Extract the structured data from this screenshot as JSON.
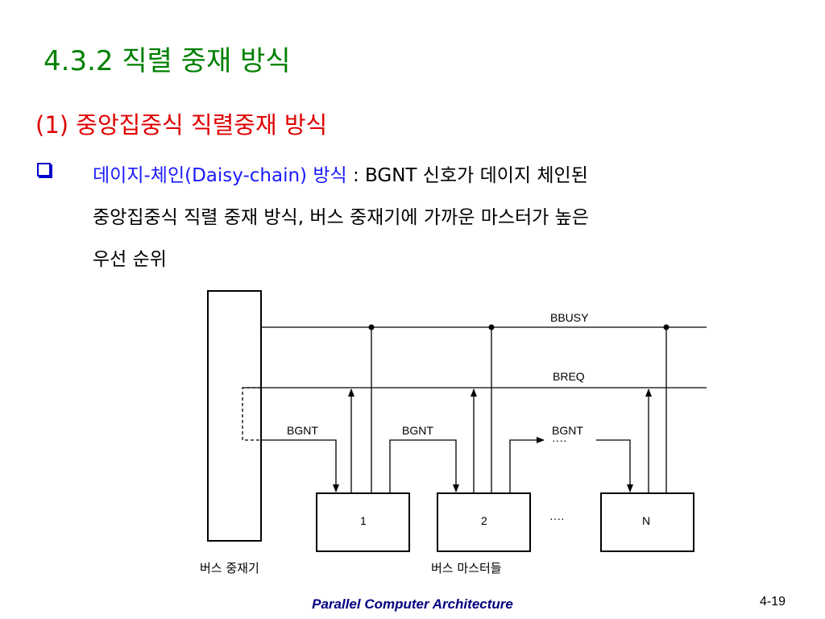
{
  "title": "4.3.2 직렬 중재 방식",
  "subtitle": "(1)  중앙집중식 직렬중재 방식",
  "bullet": {
    "term": "데이지-체인(Daisy-chain) 방식",
    "line1_rest": " : BGNT 신호가 데이지 체인된",
    "line2": "중앙집중식 직렬 중재 방식, 버스 중재기에 가까운 마스터가 높은",
    "line3": "우선 순위"
  },
  "diagram": {
    "bbusy": "BBUSY",
    "breq": "BREQ",
    "bgnt1": "BGNT",
    "bgnt2": "BGNT",
    "bgnt3": "BGNT",
    "dots_bgnt": "····",
    "dots_masters": "····",
    "master1": "1",
    "master2": "2",
    "masterN": "N",
    "arbiter_label": "버스 중재기",
    "masters_label": "버스 마스터들"
  },
  "footer": "Parallel Computer Architecture",
  "page_number": "4-19"
}
